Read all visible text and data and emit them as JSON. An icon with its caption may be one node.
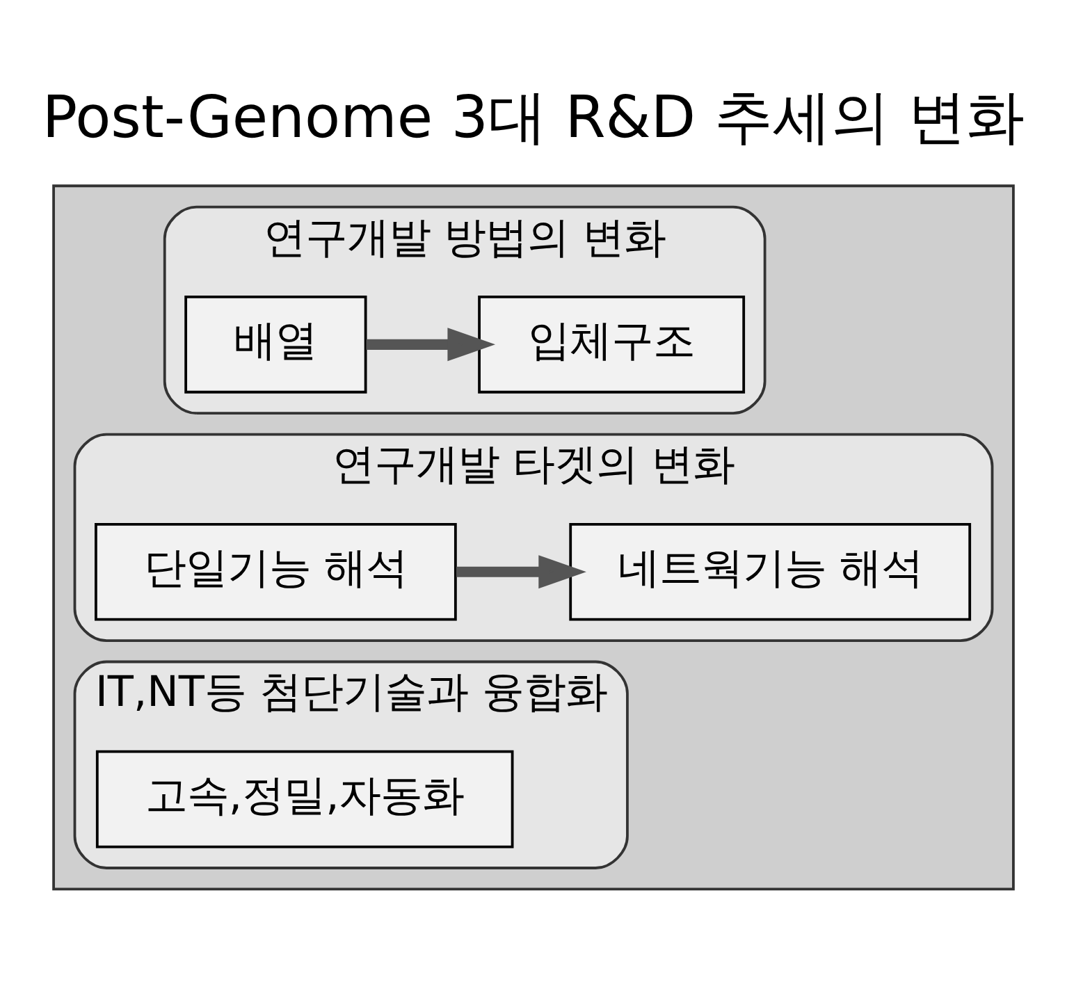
{
  "diagram": {
    "title": "Post-Genome 3대 R&D 추세의 변화",
    "nodes": [
      {
        "text": [],
        "shape": "hexagon"
      },
      {
        "text": [
          "연구개발 방법의 변화"
        ],
        "in": 0
      },
      {
        "text": [
          "배열"
        ],
        "in": 1
      },
      {
        "text": [
          "입체구조"
        ],
        "in": 1
      },
      {
        "text": [
          "연구개발 타겟의 변화"
        ],
        "in": 0
      },
      {
        "text": [
          "단일기능 해석"
        ],
        "in": 4
      },
      {
        "text": [
          "네트웍기능 해석"
        ],
        "in": 4
      },
      {
        "text": [
          "IT,NT등 첨단기술과 융합화"
        ],
        "in": 0
      },
      {
        "text": [
          "고속,정밀,자동화"
        ],
        "in": 7
      }
    ],
    "edges": [
      {
        "from": 2,
        "to": 3,
        "arrow": "to"
      },
      {
        "from": 5,
        "to": 6,
        "arrow": "to"
      }
    ]
  }
}
